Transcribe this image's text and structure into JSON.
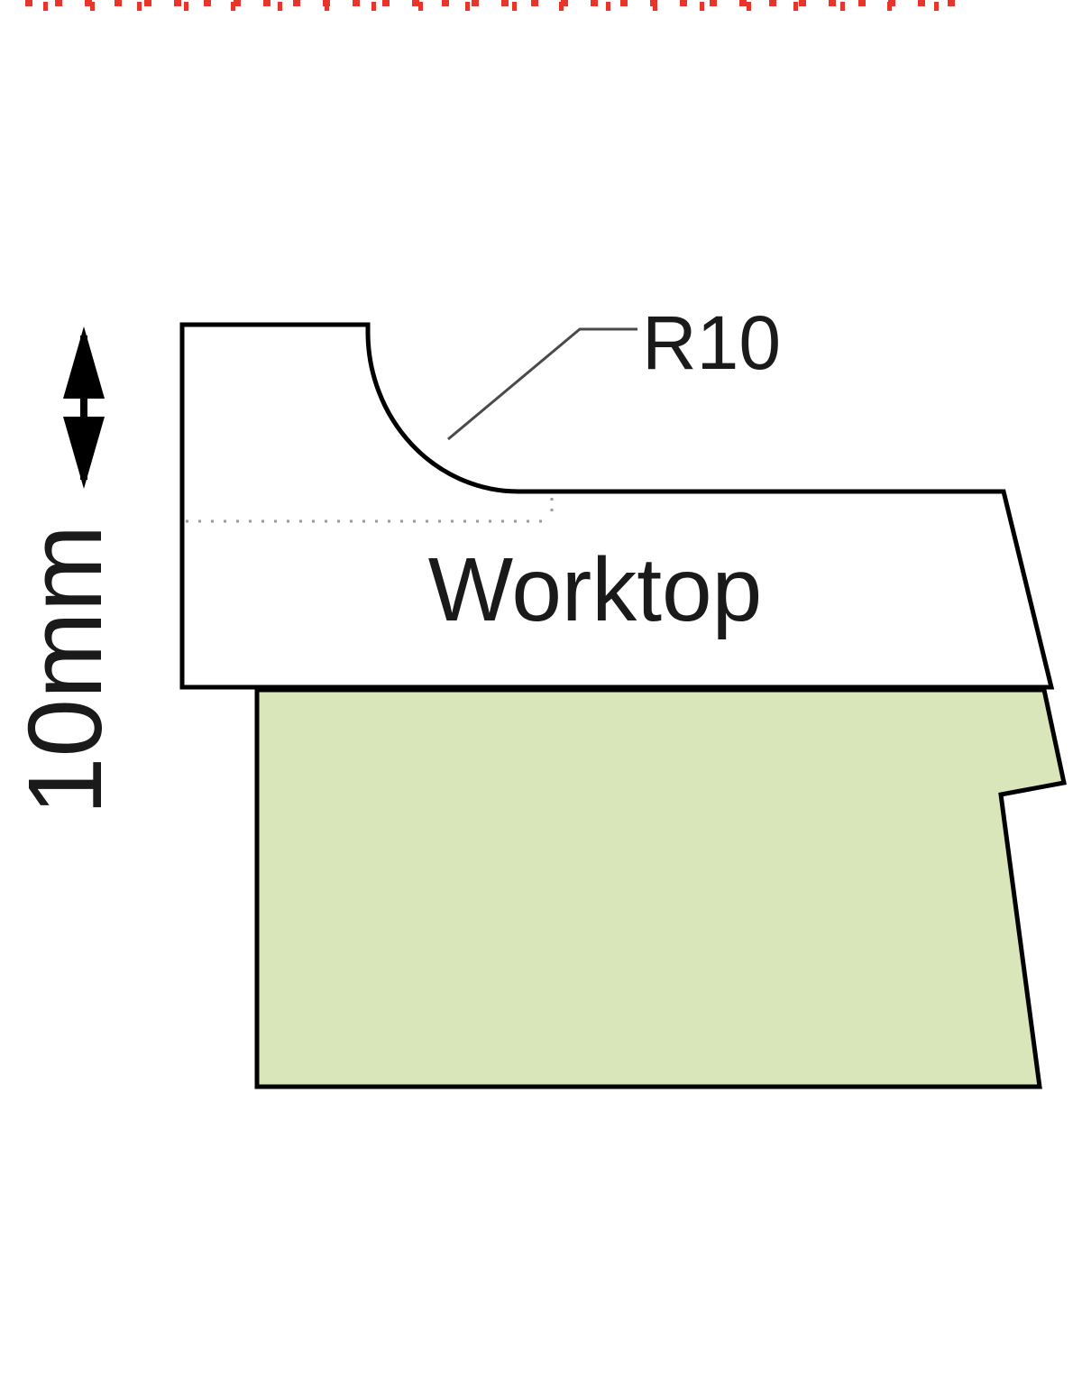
{
  "page": {
    "background": "#ffffff"
  },
  "diagram": {
    "type": "worktop-edge-profile-cross-section",
    "labels": {
      "dimension": "10mm",
      "radius": "R10",
      "part": "Worktop"
    },
    "colors": {
      "board-fill": "#d9e6ba",
      "outline": "#000000",
      "artifact-red": "#e8352b",
      "leader-line": "#4a4a4a",
      "hidden-line": "#9a9a9a"
    }
  }
}
